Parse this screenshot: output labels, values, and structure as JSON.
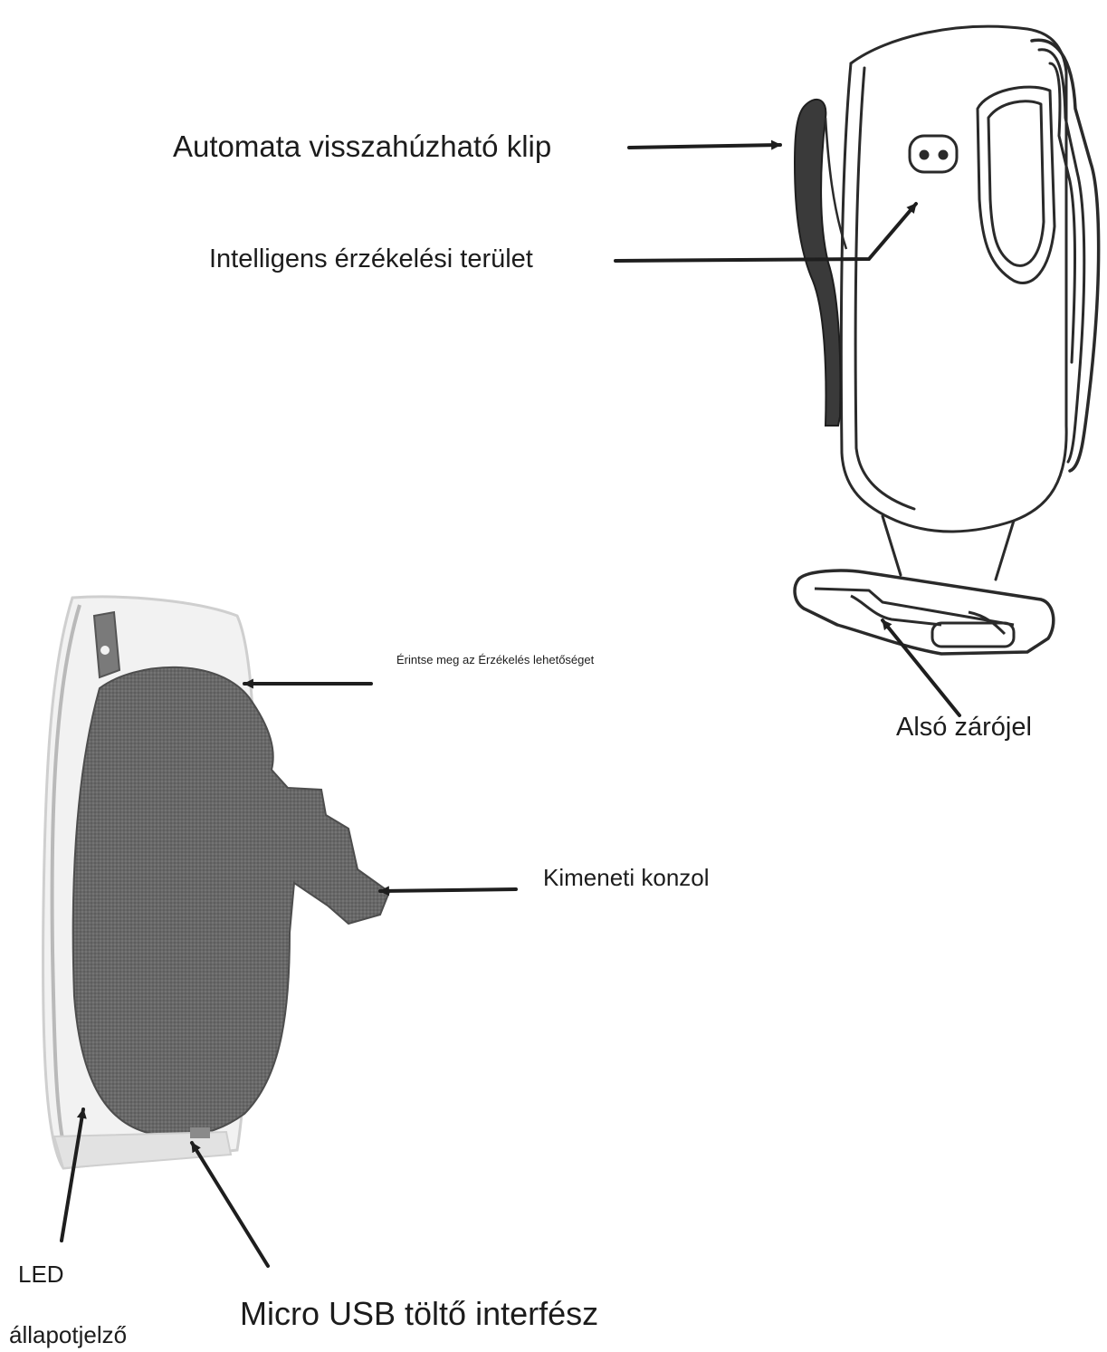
{
  "colors": {
    "ink": "#2a2a2a",
    "pad": "#5a5a5a",
    "padFill": "#6b6b6b",
    "bodyShade": "#eeeeee"
  },
  "labels": {
    "clip": "Automata visszahúzható klip",
    "sensing_area": "Intelligens érzékelési terület",
    "touch_sensing": "Érintse meg az Érzékelés lehetőséget",
    "bottom_bracket": "Alsó zárójel",
    "output_bracket": "Kimeneti konzol",
    "led": "LED",
    "status_indicator": "állapotjelző",
    "micro_usb": "Micro USB töltő interfész"
  }
}
